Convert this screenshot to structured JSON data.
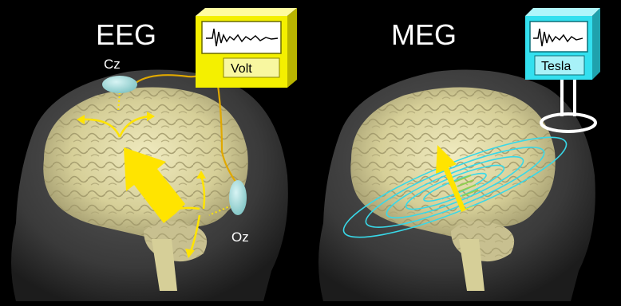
{
  "panels": {
    "eeg": {
      "title": "EEG",
      "meter_unit": "Volt",
      "electrode_top": "Cz",
      "electrode_back": "Oz"
    },
    "meg": {
      "title": "MEG",
      "meter_unit": "Tesla"
    }
  },
  "colors": {
    "background": "#000000",
    "head": "#3a3a3a",
    "brain": "#d8d2a0",
    "arrow": "#ffe400",
    "wire": "#e0a800",
    "electrode": "#a8dede",
    "eeg_meter": "#f4f000",
    "meg_meter": "#33e0ef",
    "field_lines": "#38d8e8"
  },
  "icons": [
    "oscilloscope-trace-icon",
    "sensor-coil-icon"
  ]
}
